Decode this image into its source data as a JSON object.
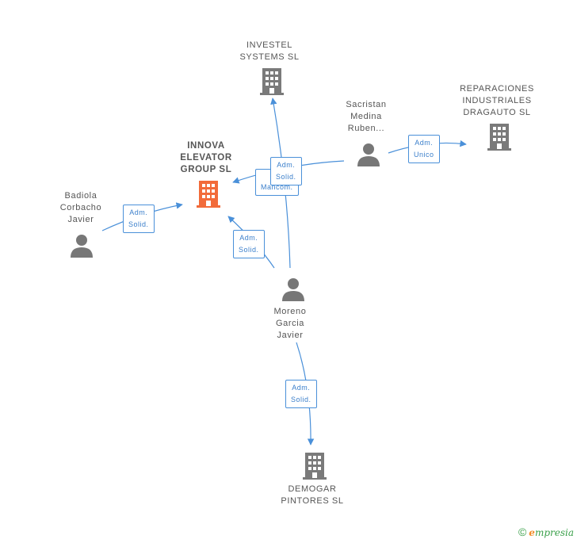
{
  "colors": {
    "edge": "#4a90d9",
    "company": "#7a7a7a",
    "main_company": "#f26b3a",
    "person": "#777777"
  },
  "nodes": {
    "investel": {
      "label": "INVESTEL\nSYSTEMS SL",
      "icon": "building-icon"
    },
    "reparaciones": {
      "label": "REPARACIONES\nINDUSTRIALES\nDRAGAUTO SL",
      "icon": "building-icon"
    },
    "sacristan": {
      "label": "Sacristan\nMedina\nRuben...",
      "icon": "person-icon"
    },
    "innova": {
      "label": "INNOVA\nELEVATOR\nGROUP SL",
      "icon": "building-icon"
    },
    "badiola": {
      "label": "Badiola\nCorbacho\nJavier",
      "icon": "person-icon"
    },
    "moreno": {
      "label": "Moreno\nGarcia\nJavier",
      "icon": "person-icon"
    },
    "demogar": {
      "label": "DEMOGAR\nPINTORES SL",
      "icon": "building-icon"
    }
  },
  "edges": {
    "sacristan_reparaciones": "Adm.\nUnico",
    "sacristan_innova": "Adm.\nSolid.",
    "moreno_investel": "Mancom.",
    "badiola_innova": "Adm.\nSolid.",
    "moreno_innova": "Adm.\nSolid.",
    "moreno_demogar": "Adm.\nSolid."
  },
  "footer": {
    "copyright": "©",
    "brand_initial": "e",
    "brand_rest": "mpresia"
  }
}
